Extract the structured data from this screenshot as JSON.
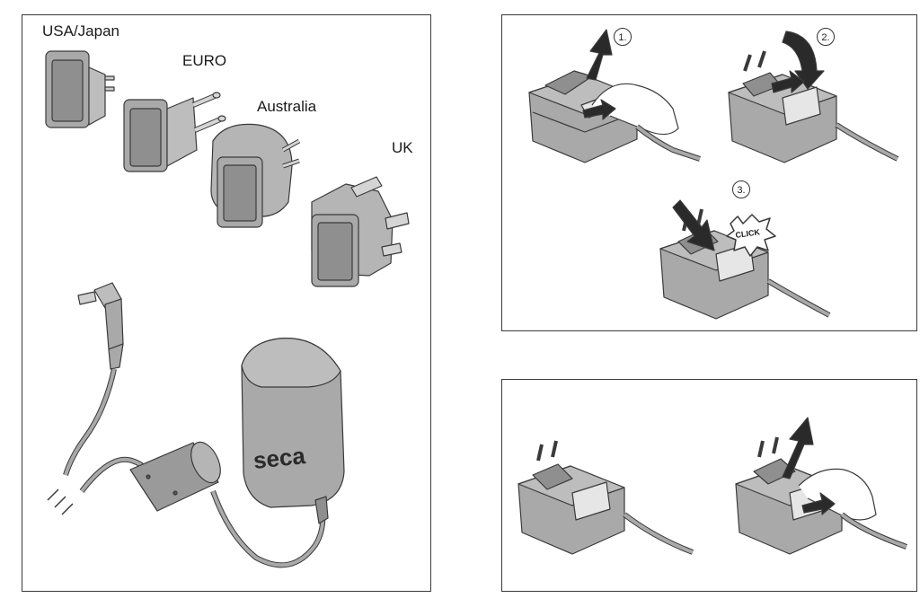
{
  "left_panel": {
    "labels": {
      "usa_japan": "USA/Japan",
      "euro": "EURO",
      "australia": "Australia",
      "uk": "UK"
    },
    "brand": "seca"
  },
  "top_right_panel": {
    "steps": [
      "1.",
      "2.",
      "3."
    ],
    "click_text": "CLICK"
  },
  "colors": {
    "body_gray": "#a9a9a9",
    "body_dark": "#8a8a8a",
    "light_gray": "#cfcfcf",
    "outline": "#3a3a3a",
    "arrow": "#2a2a2a"
  }
}
